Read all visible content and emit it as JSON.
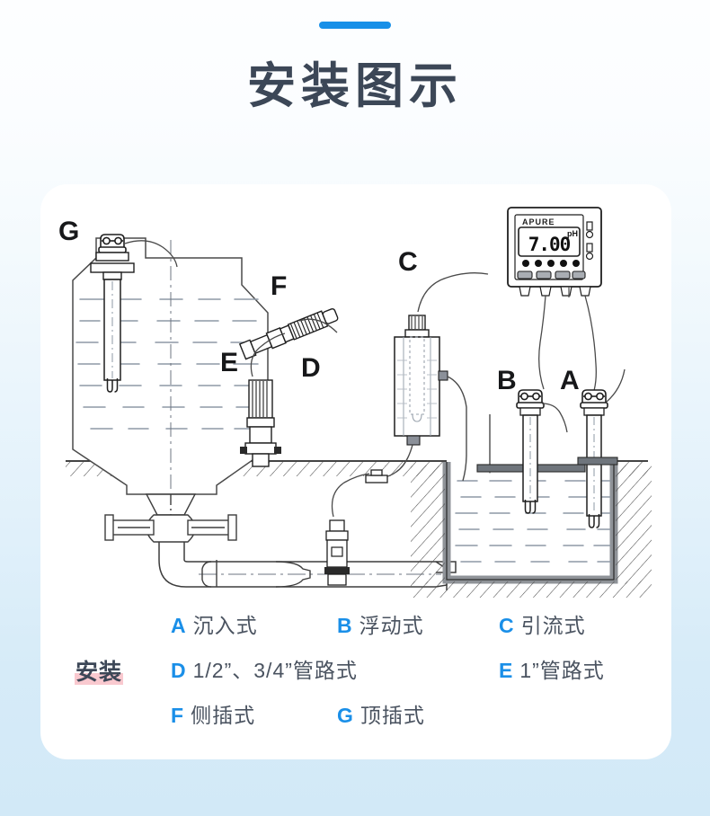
{
  "header": {
    "accent_color": "#1890e8",
    "title": "安装图示"
  },
  "card": {
    "background": "#ffffff"
  },
  "diagram": {
    "labels": {
      "a": "A",
      "b": "B",
      "c": "C",
      "d": "D",
      "e": "E",
      "f": "F",
      "g": "G"
    },
    "controller": {
      "brand": "APURE",
      "display_value": "7.00",
      "display_unit": "pH"
    }
  },
  "legend": {
    "title": "安装",
    "title_highlight_color": "#f9c9cf",
    "key_color": "#1a8fe8",
    "rows": [
      [
        {
          "key": "A",
          "label": "沉入式"
        },
        {
          "key": "B",
          "label": "浮动式"
        },
        {
          "key": "C",
          "label": "引流式"
        }
      ],
      [
        {
          "key": "D",
          "label": "1/2”、3/4”管路式"
        },
        {
          "key": "E",
          "label": "1”管路式"
        }
      ],
      [
        {
          "key": "F",
          "label": "侧插式"
        },
        {
          "key": "G",
          "label": "顶插式"
        }
      ]
    ]
  }
}
